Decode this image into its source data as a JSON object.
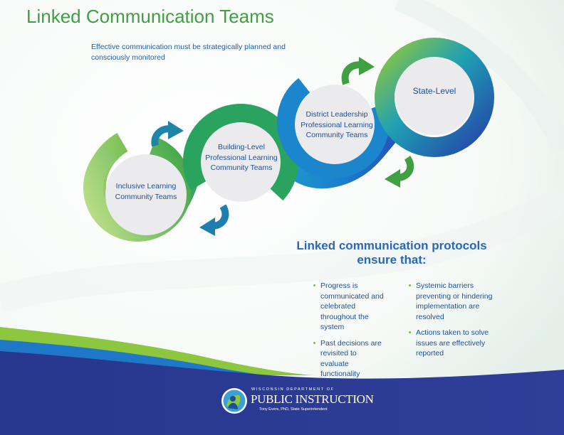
{
  "title": "Linked Communication Teams",
  "subtitle": "Effective communication must be strategically planned and consciously monitored",
  "diagram": {
    "nodes": [
      {
        "label": "Inclusive Learning Community Teams"
      },
      {
        "label": "Building-Level Professional Learning Community Teams"
      },
      {
        "label": "District Leadership Professional Learning Community Teams"
      },
      {
        "label": "State-Level"
      }
    ]
  },
  "protocols": {
    "heading": "Linked communication protocols ensure that:",
    "left_items": [
      "Progress is communicated and celebrated throughout the system",
      "Past decisions are revisited to evaluate functionality"
    ],
    "right_items": [
      "Systemic barriers preventing or hindering implementation are resolved",
      "Actions taken to solve issues are effectively reported"
    ]
  },
  "logo": {
    "top_line": "WISCONSIN DEPARTMENT OF",
    "main_line": "PUBLIC INSTRUCTION",
    "sub_line": "Tony Evers, PhD, State Superintendent"
  },
  "colors": {
    "title_green": "#3fa043",
    "text_blue": "#1f4f96",
    "heading_blue": "#2b68b4",
    "footer_navy": "#2a3a92",
    "ribbon_green": "#8dc63f",
    "ribbon_blue": "#1f77c8",
    "circle_fill": "#ebebed"
  }
}
